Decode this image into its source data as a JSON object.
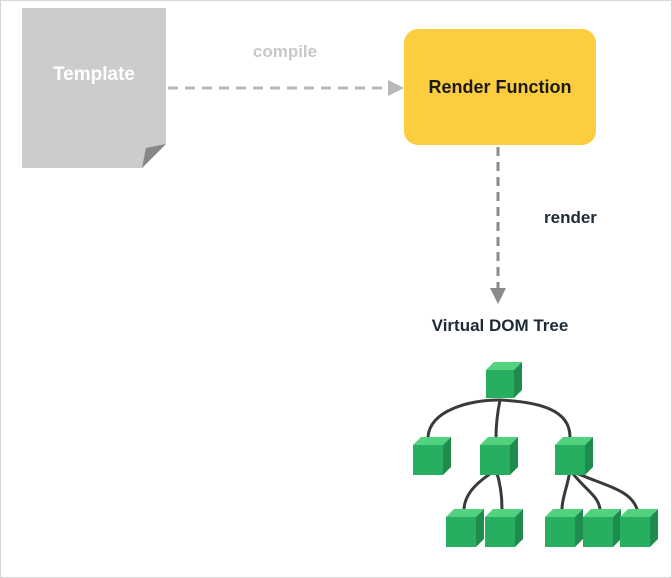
{
  "diagram": {
    "template_label": "Template",
    "compile_label": "compile",
    "render_function_label": "Render Function",
    "render_label": "render",
    "tree_label": "Virtual DOM Tree"
  },
  "colors": {
    "template_fill": "#cccccc",
    "render_function_fill": "#fccd3f",
    "arrow": "#b8b8b8",
    "node_front": "#27ae60",
    "node_top": "#52d17e",
    "node_side": "#1e8c4c",
    "edge": "#3a3a3a"
  },
  "tree": {
    "nodes": [
      {
        "id": "root"
      },
      {
        "id": "child-left"
      },
      {
        "id": "child-middle"
      },
      {
        "id": "child-right"
      },
      {
        "id": "leaf-1"
      },
      {
        "id": "leaf-2"
      },
      {
        "id": "leaf-3"
      },
      {
        "id": "leaf-4"
      },
      {
        "id": "leaf-5"
      }
    ],
    "edges": [
      [
        "root",
        "child-left"
      ],
      [
        "root",
        "child-middle"
      ],
      [
        "root",
        "child-right"
      ],
      [
        "child-middle",
        "leaf-1"
      ],
      [
        "child-middle",
        "leaf-2"
      ],
      [
        "child-right",
        "leaf-3"
      ],
      [
        "child-right",
        "leaf-4"
      ],
      [
        "child-right",
        "leaf-5"
      ]
    ]
  }
}
